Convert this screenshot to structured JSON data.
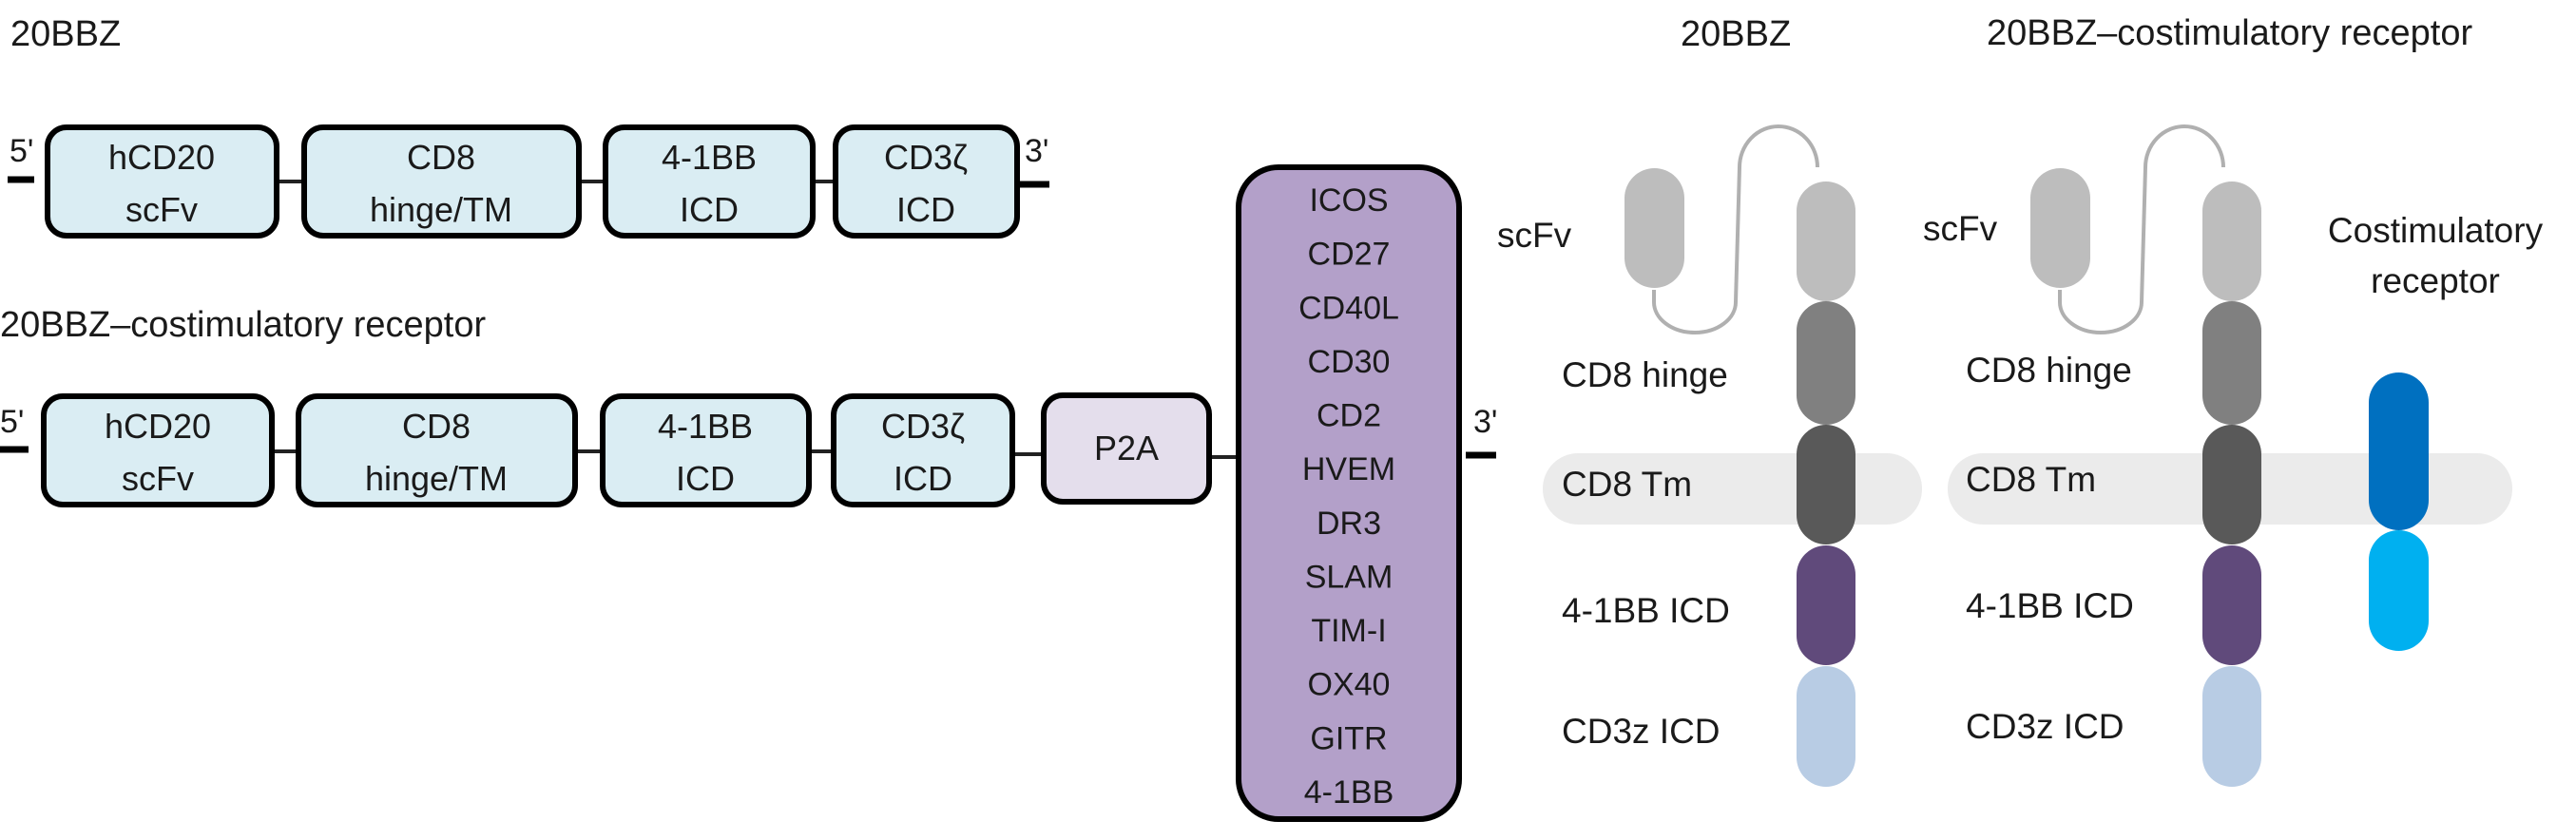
{
  "colors": {
    "gene_box": "#daedf3",
    "p2a_box": "#e4deec",
    "costim_box": "#b3a0c9",
    "scfv": "#bdbdbd",
    "cd8_hinge": "#808080",
    "cd8_tm": "#595959",
    "icd_41bb": "#604a7b",
    "icd_cd3z": "#b8cce4",
    "membrane": "#ebebeb",
    "linker": "#b0b0b0",
    "costim_receptor_tm": "#0070c0",
    "costim_receptor_icd": "#00b0f0"
  },
  "constructs": {
    "top": {
      "title": "20BBZ",
      "five_prime": "5'",
      "three_prime": "3'",
      "boxes": [
        {
          "line1": "hCD20",
          "line2": "scFv"
        },
        {
          "line1": "CD8",
          "line2": "hinge/TM"
        },
        {
          "line1": "4-1BB",
          "line2": "ICD"
        },
        {
          "line1": "CD3ζ",
          "line2": "ICD"
        }
      ]
    },
    "bottom": {
      "title": "20BBZ–costimulatory receptor",
      "five_prime": "5'",
      "three_prime": "3'",
      "boxes": [
        {
          "line1": "hCD20",
          "line2": "scFv"
        },
        {
          "line1": "CD8",
          "line2": "hinge/TM"
        },
        {
          "line1": "4-1BB",
          "line2": "ICD"
        },
        {
          "line1": "CD3ζ",
          "line2": "ICD"
        }
      ],
      "p2a_label": "P2A",
      "costim_options": [
        "ICOS",
        "CD27",
        "CD40L",
        "CD30",
        "CD2",
        "HVEM",
        "DR3",
        "SLAM",
        "TIM-I",
        "OX40",
        "GITR",
        "4-1BB"
      ]
    }
  },
  "schematics": [
    {
      "title": "20BBZ",
      "labels": {
        "scfv": "scFv",
        "hinge": "CD8 hinge",
        "tm": "CD8 Tm",
        "icd_41bb": "4-1BB ICD",
        "icd_cd3z": "CD3z ICD"
      }
    },
    {
      "title": "20BBZ–costimulatory receptor",
      "labels": {
        "scfv": "scFv",
        "hinge": "CD8 hinge",
        "tm": "CD8 Tm",
        "icd_41bb": "4-1BB ICD",
        "icd_cd3z": "CD3z ICD"
      },
      "costim_receptor_label": [
        "Costimulatory",
        "receptor"
      ]
    }
  ]
}
